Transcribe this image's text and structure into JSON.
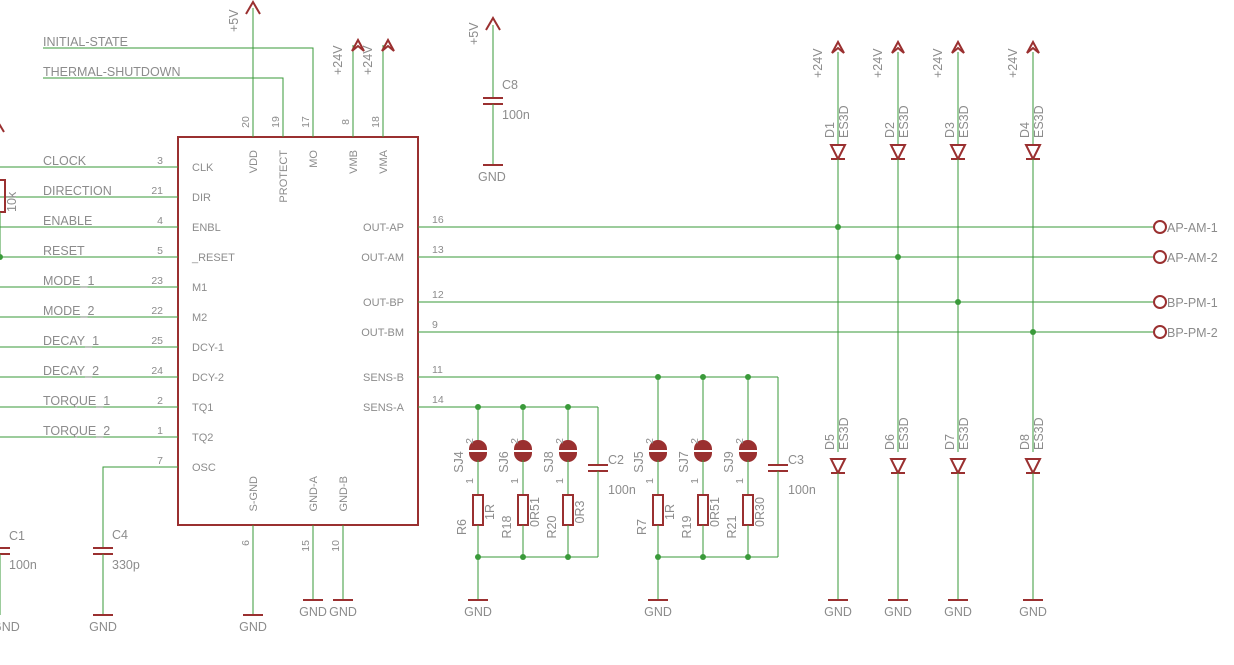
{
  "chip": {
    "left_pins": [
      {
        "name": "CLK",
        "num": "3",
        "net": "CLOCK"
      },
      {
        "name": "DIR",
        "num": "21",
        "net": "DIRECTION"
      },
      {
        "name": "ENBL",
        "num": "4",
        "net": "ENABLE"
      },
      {
        "name": "_RESET",
        "num": "5",
        "net": "RESET"
      },
      {
        "name": "M1",
        "num": "23",
        "net": "MODE_1"
      },
      {
        "name": "M2",
        "num": "22",
        "net": "MODE_2"
      },
      {
        "name": "DCY-1",
        "num": "25",
        "net": "DECAY_1"
      },
      {
        "name": "DCY-2",
        "num": "24",
        "net": "DECAY_2"
      },
      {
        "name": "TQ1",
        "num": "2",
        "net": "TORQUE_1"
      },
      {
        "name": "TQ2",
        "num": "1",
        "net": "TORQUE_2"
      },
      {
        "name": "OSC",
        "num": "7",
        "net": ""
      }
    ],
    "top_pins": [
      {
        "name": "VDD",
        "num": "20"
      },
      {
        "name": "PROTECT",
        "num": "19"
      },
      {
        "name": "MO",
        "num": "17"
      },
      {
        "name": "VMB",
        "num": "8"
      },
      {
        "name": "VMA",
        "num": "18"
      }
    ],
    "right_pins": [
      {
        "name": "OUT-AP",
        "num": "16"
      },
      {
        "name": "OUT-AM",
        "num": "13"
      },
      {
        "name": "OUT-BP",
        "num": "12"
      },
      {
        "name": "OUT-BM",
        "num": "9"
      },
      {
        "name": "SENS-B",
        "num": "11"
      },
      {
        "name": "SENS-A",
        "num": "14"
      }
    ],
    "bottom_pins": [
      {
        "name": "S-GND",
        "num": "6"
      },
      {
        "name": "GND-A",
        "num": "15"
      },
      {
        "name": "GND-B",
        "num": "10"
      }
    ]
  },
  "nets_top": {
    "initial_state": "INITIAL-STATE",
    "thermal_shutdown": "THERMAL-SHUTDOWN"
  },
  "power": {
    "p5v": "+5V",
    "p24v": "+24V",
    "gnd": "GND"
  },
  "connectors": [
    "AP-AM-1",
    "AP-AM-2",
    "BP-PM-1",
    "BP-PM-2"
  ],
  "diodes": {
    "top": [
      {
        "ref": "D1",
        "val": "ES3D"
      },
      {
        "ref": "D2",
        "val": "ES3D"
      },
      {
        "ref": "D3",
        "val": "ES3D"
      },
      {
        "ref": "D4",
        "val": "ES3D"
      }
    ],
    "bottom": [
      {
        "ref": "D5",
        "val": "ES3D"
      },
      {
        "ref": "D6",
        "val": "ES3D"
      },
      {
        "ref": "D7",
        "val": "ES3D"
      },
      {
        "ref": "D8",
        "val": "ES3D"
      }
    ]
  },
  "caps": {
    "c8": {
      "ref": "C8",
      "val": "100n"
    },
    "c2": {
      "ref": "C2",
      "val": "100n"
    },
    "c3": {
      "ref": "C3",
      "val": "100n"
    },
    "c4": {
      "ref": "C4",
      "val": "330p"
    },
    "c1": {
      "ref": "C1",
      "val": "100n"
    }
  },
  "resistor_pullup": {
    "val": "10k"
  },
  "sense_a": {
    "jumpers": [
      "SJ4",
      "SJ6",
      "SJ8"
    ],
    "resistors": [
      {
        "ref": "R6",
        "val": "1R"
      },
      {
        "ref": "R18",
        "val": "0R51"
      },
      {
        "ref": "R20",
        "val": "0R3"
      }
    ]
  },
  "sense_b": {
    "jumpers": [
      "SJ5",
      "SJ7",
      "SJ9"
    ],
    "resistors": [
      {
        "ref": "R7",
        "val": "1R"
      },
      {
        "ref": "R19",
        "val": "0R51"
      },
      {
        "ref": "R21",
        "val": "0R30"
      }
    ]
  },
  "pin_marks": {
    "one": "1",
    "two": "2"
  }
}
